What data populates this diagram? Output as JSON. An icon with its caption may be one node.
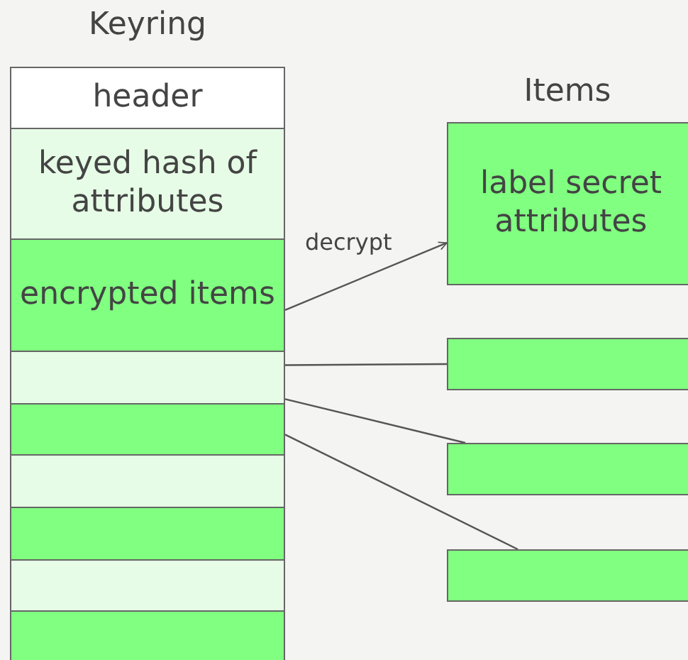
{
  "diagram": {
    "nodes": [
      {
        "text": [
          "header"
        ]
      },
      {
        "text": [
          "keyed hash of attributes"
        ]
      },
      {
        "text": [
          "encrypted items"
        ]
      },
      {
        "text": [],
        "shape": "box"
      },
      {
        "text": [],
        "shape": "box"
      },
      {
        "text": [],
        "shape": "box"
      },
      {
        "text": [],
        "shape": "box"
      },
      {
        "text": [],
        "shape": "box"
      },
      {
        "text": [],
        "shape": "box"
      },
      {
        "text": [
          "label secret attributes"
        ]
      },
      {
        "text": [],
        "shape": "box"
      },
      {
        "text": [],
        "shape": "box"
      },
      {
        "text": [],
        "shape": "box"
      }
    ],
    "edges": [
      {
        "from": 2,
        "to": 9,
        "arrow": "to",
        "label": "decrypt"
      },
      {
        "from": 3,
        "to": 10,
        "arrow": "none"
      },
      {
        "from": 3,
        "to": 11,
        "arrow": "none"
      },
      {
        "from": 4,
        "to": 12,
        "arrow": "none"
      }
    ],
    "labels": [
      "Keyring",
      "Items"
    ]
  }
}
